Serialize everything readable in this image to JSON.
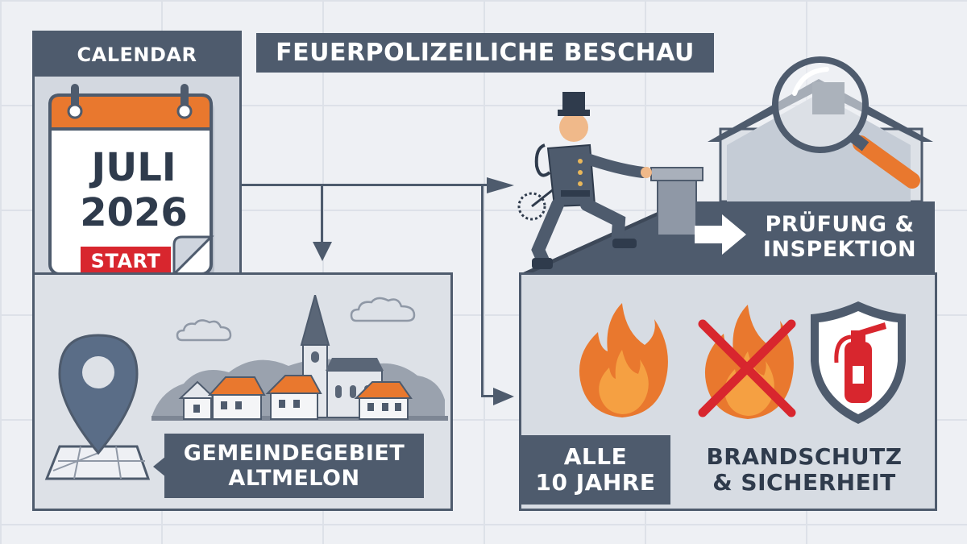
{
  "title": "FEUERPOLIZEILICHE BESCHAU",
  "calendar": {
    "header": "CALENDAR",
    "month": "JULI",
    "year": "2026",
    "badge": "START"
  },
  "location": {
    "line1": "GEMEINDEGEBIET",
    "line2": "ALTMELON"
  },
  "inspection": {
    "line1": "PRÜFUNG &",
    "line2": "INSPEKTION"
  },
  "interval": {
    "line1": "ALLE",
    "line2": "10 JAHRE"
  },
  "safety": {
    "line1": "BRANDSCHUTZ",
    "line2": "& SICHERHEIT"
  },
  "colors": {
    "slate": "#4e5b6d",
    "panel": "#d3d8e0",
    "orange": "#e9782e",
    "red": "#d8262e",
    "background": "#eef0f4"
  },
  "icons": [
    "calendar-icon",
    "map-pin-icon",
    "village-illustration",
    "chimney-sweep-illustration",
    "house-icon",
    "magnifier-icon",
    "arrow-right-icon",
    "fire-icon",
    "no-fire-icon",
    "fire-extinguisher-shield-icon",
    "cloud-icon"
  ]
}
